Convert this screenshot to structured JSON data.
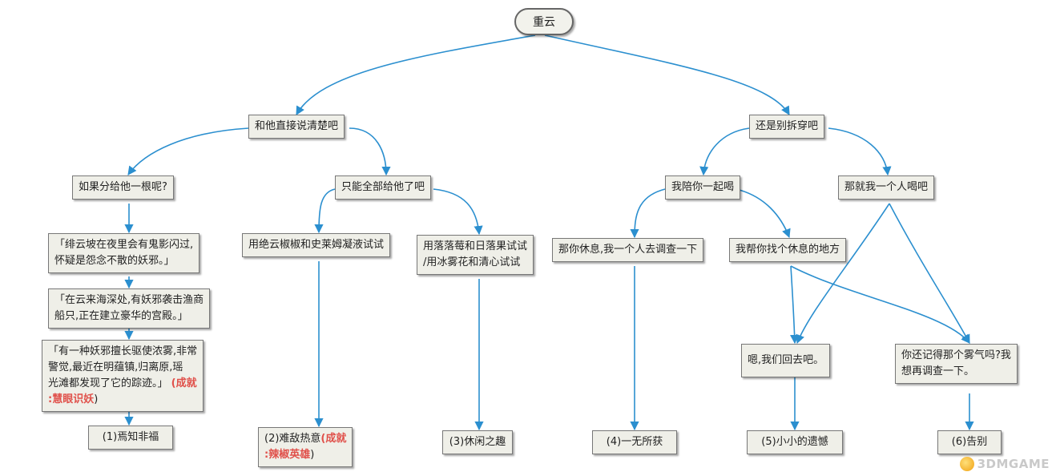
{
  "nodes": {
    "root": "重云",
    "b1": "和他直接说清楚吧",
    "b2": "还是别拆穿吧",
    "b1a": "如果分给他一根呢?",
    "b1b": "只能全部给他了吧",
    "b2a": "我陪你一起喝",
    "b2b": "那就我一个人喝吧",
    "rumor1_line1": "「绯云坡在夜里会有鬼影闪过,",
    "rumor1_line2": "怀疑是怨念不散的妖邪。」",
    "rumor2_line1": "「在云来海深处,有妖邪袭击渔商",
    "rumor2_line2": "船只,正在建立豪华的宫殿。」",
    "rumor3_line1": "「有一种妖邪擅长驱使浓雾,非常",
    "rumor3_line2": "警觉,最近在明蕴镇,归离原,瑶",
    "rumor3_line3": "光滩都发现了它的踪迹。」",
    "rumor3_ach_paren": "(成就",
    "rumor3_ach_name": ":慧眼识妖",
    "rumor3_ach_close": ")",
    "try1": "用绝云椒椒和史莱姆凝液试试",
    "try2_line1": "用落落莓和日落果试试",
    "try2_line2": "/用冰雾花和清心试试",
    "go_alone": "那你休息,我一个人去调查一下",
    "find_rest": "我帮你找个休息的地方",
    "go_back": "嗯,我们回去吧。",
    "remember_line1": "你还记得那个雾气吗?我",
    "remember_line2": "想再调查一下。",
    "end1": "(1)焉知非福",
    "end2_pre": "(2)难敌热意",
    "end2_ach_paren": "(成就",
    "end2_ach_name": ":辣椒英雄",
    "end2_ach_close": ")",
    "end3": "(3)休闲之趣",
    "end4": "(4)一无所获",
    "end5": "(5)小小的遗憾",
    "end6": "(6)告别"
  },
  "watermark": "3DMGAME",
  "colors": {
    "edge": "#2b8fcf",
    "node_bg": "#efefe8",
    "achievement": "#e0504a"
  }
}
